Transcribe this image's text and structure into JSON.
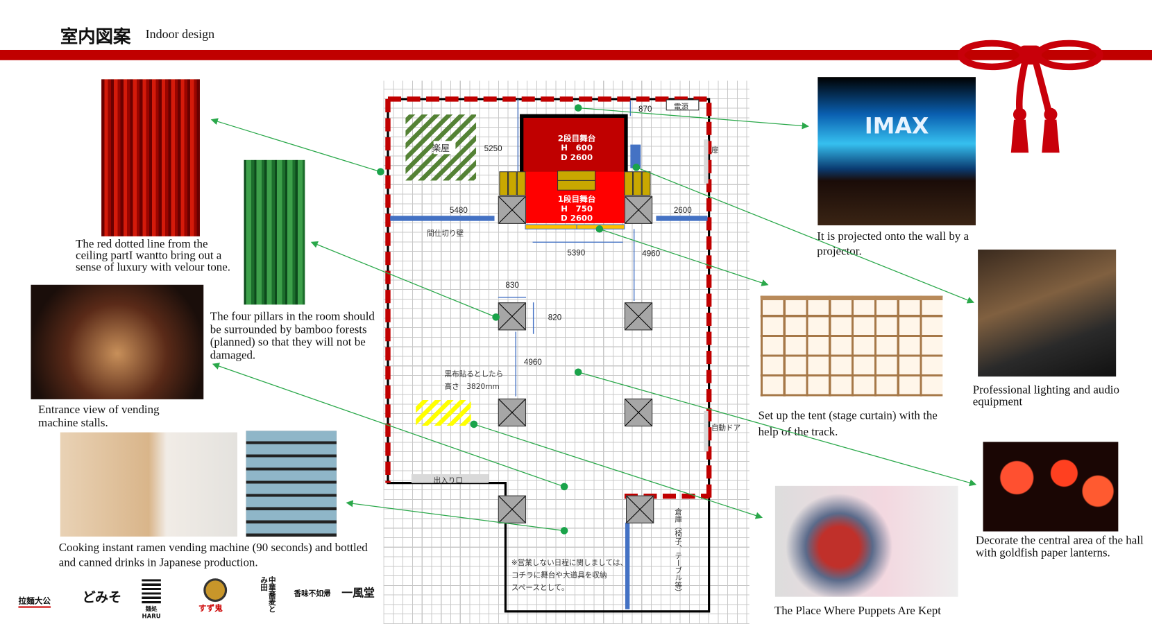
{
  "header": {
    "title_jp": "室内図案",
    "title_en": "Indoor design"
  },
  "colors": {
    "band": "#c00000",
    "connector": "#2aa84a",
    "dashed": "#c00000",
    "wall_blue": "#4472c4"
  },
  "captions": {
    "curtain": "The red dotted line from the ceiling partI wantto bring out a sense of luxury with velour tone.",
    "bamboo": "The four pillars in the room should be surrounded by bamboo forests (planned) so that they will not be damaged.",
    "stalls": "Entrance view of vending machine stalls.",
    "ramen": "Cooking instant ramen vending machine (90 seconds) and bottled and canned drinks in Japanese production.",
    "projector": "It is projected onto the wall by a projector.",
    "audio": "Professional lighting and audio equipment",
    "tent": "Set up the tent (stage curtain) with the help of the track.",
    "lanterns": "Decorate the central area of the hall with goldfish paper lanterns.",
    "puppets": "The Place Where Puppets Are Kept"
  },
  "images": {
    "imax_text": "IMAX"
  },
  "floorplan": {
    "green_room": "楽屋",
    "power": "電源",
    "door": "扉",
    "auto_door": "自動ドア",
    "entrance": "出入り口",
    "partition": "間仕切り壁",
    "stage2": {
      "name": "2段目舞台",
      "h": "H　600",
      "d": "D 2600"
    },
    "stage1": {
      "name": "1段目舞台",
      "h": "H　750",
      "d": "D 2600"
    },
    "dims": {
      "d870": "870",
      "d5250": "5250",
      "d5480": "5480",
      "d2600": "2600",
      "d5390": "5390",
      "d4960a": "4960",
      "d830": "830",
      "d820": "820",
      "d4960b": "4960"
    },
    "black_cloth_1": "黒布貼るとしたら",
    "black_cloth_2": "高さ　3820mm",
    "storage": "倉庫（椅子、テーブル等）",
    "note_1": "※営業しない日程に関しましては、",
    "note_2": "コチラに舞台や大道具を収納",
    "note_3": "スペースとして。"
  },
  "logos": [
    "拉麺大公",
    "どみそ",
    "麺処HARU",
    "すず鬼",
    "中華蕎麦とみ田",
    "香味不如帰",
    "一風堂"
  ]
}
